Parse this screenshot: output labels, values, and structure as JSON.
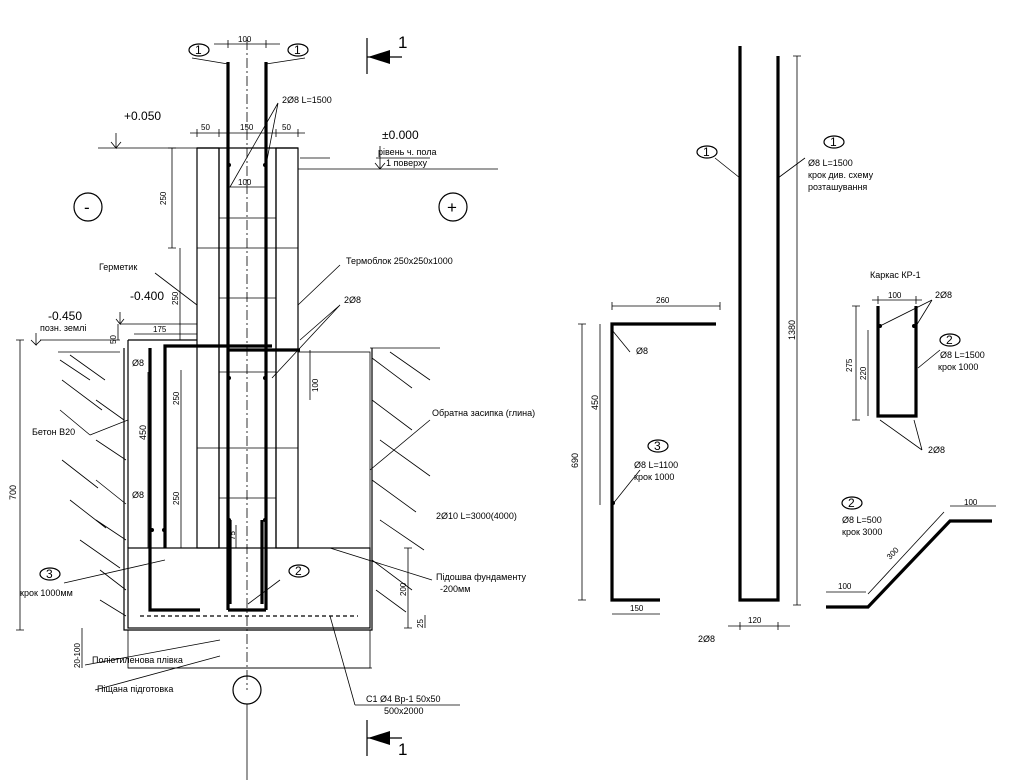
{
  "marks": {
    "pos1": "1",
    "pos2": "2",
    "pos3": "3",
    "section": "1",
    "minus": "-",
    "plus": "+"
  },
  "section_view": {
    "dim_top_100": "100",
    "rebar_top": "2Ø8 L=1500",
    "level_plus_0050": "+0.050",
    "dim_50_left": "50",
    "dim_150": "150",
    "dim_50_right": "50",
    "level_zero": "±0.000",
    "floor_note_1": "рівень ч. пола",
    "floor_note_2": "1 поверху",
    "dim_250_a": "250",
    "dim_100_inner": "100",
    "sealant": "Герметик",
    "thermoblock": "Термоблок 250х250х1000",
    "level_minus_0400": "-0.400",
    "level_minus_0450": "-0.450",
    "ground_mark": "позн. землі",
    "dim_250_b": "250",
    "rebar_2d8": "2Ø8",
    "dim_50_v": "50",
    "dim_175": "175",
    "bar_d8_a": "Ø8",
    "dim_100_v": "100",
    "dim_250_c": "250",
    "dim_450": "450",
    "concrete": "Бетон В20",
    "backfill": "Обратна засипка (глина)",
    "dim_700": "700",
    "bar_d8_b": "Ø8",
    "dim_250_d": "250",
    "rebar_2d10": "2Ø10 L=3000(4000)",
    "dim_75": "75",
    "step_1000": "крок 1000мм",
    "footing_1": "Підошва фундаменту",
    "footing_2": "-200мм",
    "dim_200": "200",
    "dim_25": "25",
    "dim_20_100": "20-100",
    "poly_film": "Поліетиленова плівка",
    "sand_bed": "Піщана підготовка",
    "mesh_1": "С1   Ø4 Вр-1 50х50",
    "mesh_2": "500х2000"
  },
  "detail_bar1": {
    "spec_1": "Ø8 L=1500",
    "spec_2": "крок див. схему",
    "spec_3": "розташування",
    "dim_1380": "1380",
    "dim_120": "120",
    "rebar_2d8": "2Ø8"
  },
  "detail_bar3": {
    "dim_260": "260",
    "bar_d8": "Ø8",
    "dim_450": "450",
    "dim_690": "690",
    "spec_1": "Ø8 L=1100",
    "spec_2": "крок 1000",
    "dim_150": "150"
  },
  "detail_kr1": {
    "title": "Каркас КР-1",
    "dim_100": "100",
    "rebar_top": "2Ø8",
    "dim_275": "275",
    "dim_220": "220",
    "spec_1": "Ø8  L=1500",
    "spec_2": "крок 1000",
    "rebar_bottom": "2Ø8"
  },
  "detail_bar2": {
    "dim_100_top": "100",
    "spec_1": "Ø8  L=500",
    "spec_2": "крок 3000",
    "dim_300": "300",
    "dim_100_bottom": "100"
  },
  "colors": {
    "ink": "#000000",
    "paper": "#ffffff"
  }
}
